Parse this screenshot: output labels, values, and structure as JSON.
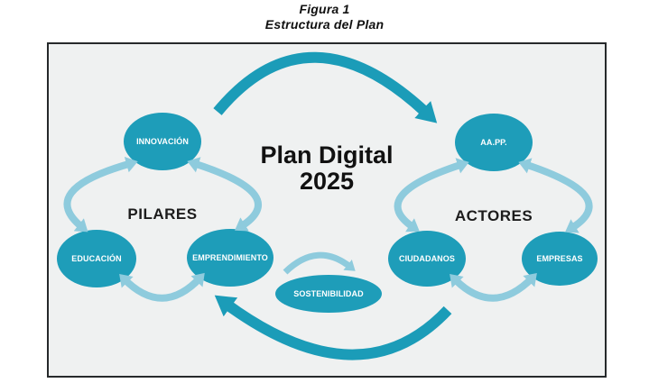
{
  "figure": {
    "caption_line1": "Figura 1",
    "caption_line2": "Estructura del Plan"
  },
  "diagram": {
    "center_title": {
      "line1": "Plan Digital",
      "line2": "2025"
    },
    "pilares": {
      "label": "PILARES",
      "nodes": {
        "top": "INNOVACIÓN",
        "bottom_left": "EDUCACIÓN",
        "bottom_right": "EMPRENDIMIENTO"
      }
    },
    "actores": {
      "label": "ACTORES",
      "nodes": {
        "top": "AA.PP.",
        "bottom_left": "CIUDADANOS",
        "bottom_right": "EMPRESAS"
      }
    },
    "shared_node": "SOSTENIBILIDAD",
    "colors": {
      "node_fill": "#1e9db9",
      "arrow_light": "#8ecbdd",
      "arrow_dark": "#1b9cb8",
      "panel_background": "#eff1f1",
      "panel_border": "#26292b",
      "node_text": "#ffffff",
      "heading_text": "#1c1c1c"
    }
  }
}
